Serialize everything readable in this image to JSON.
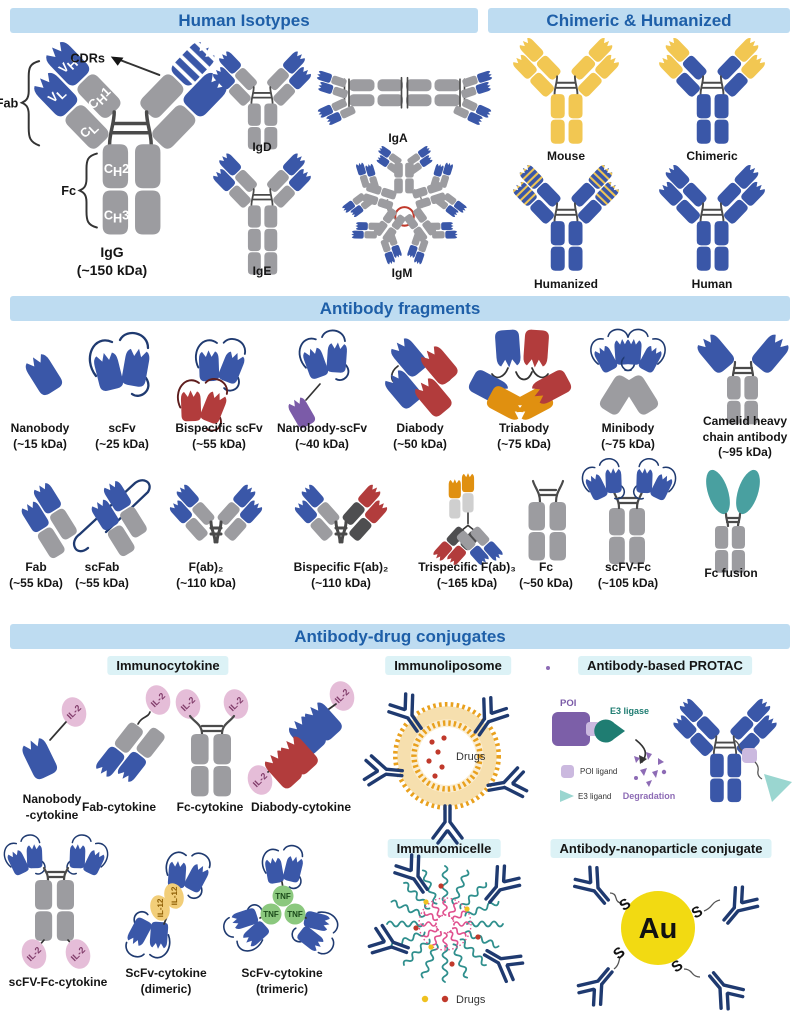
{
  "isotypes": {
    "title": "Human Isotypes",
    "igg": {
      "name": "IgG",
      "mass": "(~150 kDa)",
      "cdrs": "CDRs",
      "fab_brace": "Fab",
      "fc_brace": "Fc",
      "vl": {
        "b": "V",
        "s": "L"
      },
      "vh": {
        "b": "V",
        "s": "H"
      },
      "cl": {
        "b": "C",
        "s": "L"
      },
      "ch1": {
        "b": "C",
        "s": "H",
        "n": "1"
      },
      "ch2": {
        "b": "C",
        "s": "H",
        "n": "2"
      },
      "ch3": {
        "b": "C",
        "s": "H",
        "n": "3"
      }
    },
    "igd": "IgD",
    "iga": "IgA",
    "ige": "IgE",
    "igm": "IgM"
  },
  "chimeric": {
    "title": "Chimeric & Humanized",
    "mouse": "Mouse",
    "chimeric": "Chimeric",
    "humanized": "Humanized",
    "human": "Human"
  },
  "fragments": {
    "title": "Antibody fragments",
    "row1": [
      {
        "name": "Nanobody",
        "mass": "(~15 kDa)"
      },
      {
        "name": "scFv",
        "mass": "(~25 kDa)"
      },
      {
        "name": "Bispecific scFv",
        "mass": "(~55 kDa)"
      },
      {
        "name": "Nanobody-scFv",
        "mass": "(~40 kDa)"
      },
      {
        "name": "Diabody",
        "mass": "(~50 kDa)"
      },
      {
        "name": "Triabody",
        "mass": "(~75 kDa)"
      },
      {
        "name": "Minibody",
        "mass": "(~75 kDa)"
      },
      {
        "name": "Camelid heavy chain antibody",
        "mass": "(~95 kDa)"
      }
    ],
    "row2": [
      {
        "name": "Fab",
        "mass": "(~55 kDa)"
      },
      {
        "name": "scFab",
        "mass": "(~55 kDa)"
      },
      {
        "name": "F(ab)₂",
        "mass": "(~110 kDa)"
      },
      {
        "name": "Bispecific F(ab)₂",
        "mass": "(~110 kDa)"
      },
      {
        "name": "Trispecific F(ab)₃",
        "mass": "(~165 kDa)"
      },
      {
        "name": "Fc",
        "mass": "(~50 kDa)"
      },
      {
        "name": "scFV-Fc",
        "mass": "(~105 kDa)"
      },
      {
        "name": "Fc fusion",
        "mass": ""
      }
    ]
  },
  "adc": {
    "title": "Antibody-drug conjugates",
    "il2": "IL-2",
    "il12": "IL-12",
    "tnf": "TNF",
    "immunocytokine": {
      "label": "Immunocytokine",
      "nanobody_l1": "Nanobody",
      "nanobody_l2": "-cytokine",
      "fab": "Fab-cytokine",
      "fc": "Fc-cytokine",
      "diabody": "Diabody-cytokine",
      "scfvfc": "scFV-Fc-cytokine",
      "dimeric_l1": "ScFv-cytokine",
      "dimeric_l2": "(dimeric)",
      "trimeric_l1": "ScFv-cytokine",
      "trimeric_l2": "(trimeric)"
    },
    "liposome": {
      "label": "Immunoliposome",
      "drugs": "Drugs"
    },
    "protac": {
      "label": "Antibody-based PROTAC",
      "poi": "POI",
      "e3ligase": "E3 ligase",
      "poi_ligand": "POI ligand",
      "e3_ligand": "E3 ligand",
      "degradation": "Degradation"
    },
    "micelle": {
      "label": "Immunomicelle",
      "drugs": "Drugs"
    },
    "nanoparticle": {
      "label": "Antibody-nanoparticle conjugate",
      "core": "Au",
      "s": "S"
    }
  }
}
